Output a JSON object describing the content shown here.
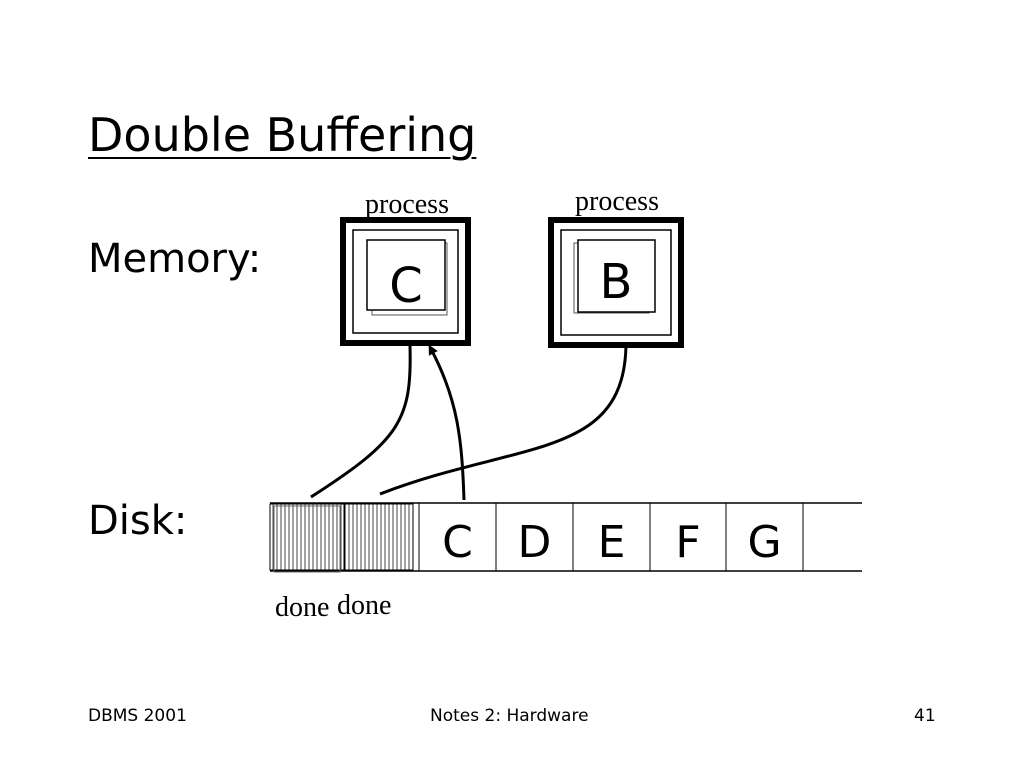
{
  "slide": {
    "title": "Double Buffering",
    "memory_label": "Memory:",
    "disk_label": "Disk:"
  },
  "memory": {
    "buffers": [
      {
        "process_label": "process",
        "block": "C"
      },
      {
        "process_label": "process",
        "block": "B"
      }
    ]
  },
  "disk": {
    "blocks": [
      "",
      "",
      "C",
      "D",
      "E",
      "F",
      "G",
      ""
    ],
    "done_labels": [
      "done",
      "done"
    ]
  },
  "footer": {
    "left": "DBMS 2001",
    "center": "Notes 2: Hardware",
    "right": "41"
  }
}
